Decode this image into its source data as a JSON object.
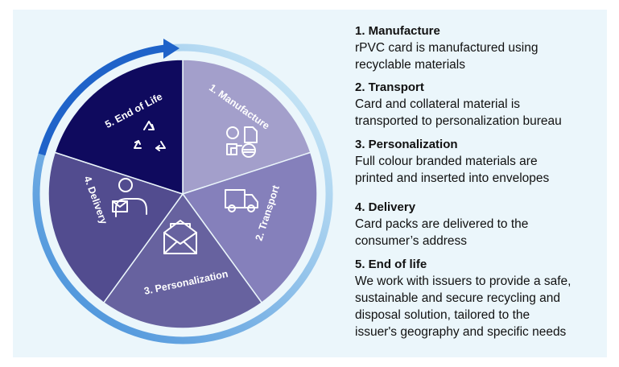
{
  "cycle": {
    "segments": [
      {
        "label": "1. Manufacture",
        "color": "#a39fcb",
        "icon": "manufacture-icon"
      },
      {
        "label": "2. Transport",
        "color": "#8580bb",
        "icon": "truck-icon"
      },
      {
        "label": "3. Personalization",
        "color": "#67629f",
        "icon": "envelope-icon"
      },
      {
        "label": "4. Delivery",
        "color": "#524c8f",
        "icon": "courier-icon"
      },
      {
        "label": "5. End of Life",
        "color": "#0f0a5e",
        "icon": "recycle-icon"
      }
    ],
    "ring_colors": [
      "#1d7bd3",
      "#c7e9f6"
    ]
  },
  "steps": [
    {
      "title": "1. Manufacture",
      "lines": [
        "rPVC card is manufactured using",
        "recyclable materials"
      ]
    },
    {
      "title": "2. Transport",
      "lines": [
        "Card and collateral material is",
        "transported to personalization bureau"
      ]
    },
    {
      "title": "3. Personalization",
      "lines": [
        "Full colour branded materials are",
        "printed and inserted into envelopes"
      ]
    },
    {
      "title": "4. Delivery",
      "lines": [
        "Card packs are delivered to the",
        "consumer’s address"
      ]
    },
    {
      "title": "5. End of life",
      "lines": [
        "We work with issuers to provide a safe,",
        "sustainable and secure recycling and",
        "disposal solution, tailored to the",
        "issuer's geography and specific needs"
      ]
    }
  ]
}
